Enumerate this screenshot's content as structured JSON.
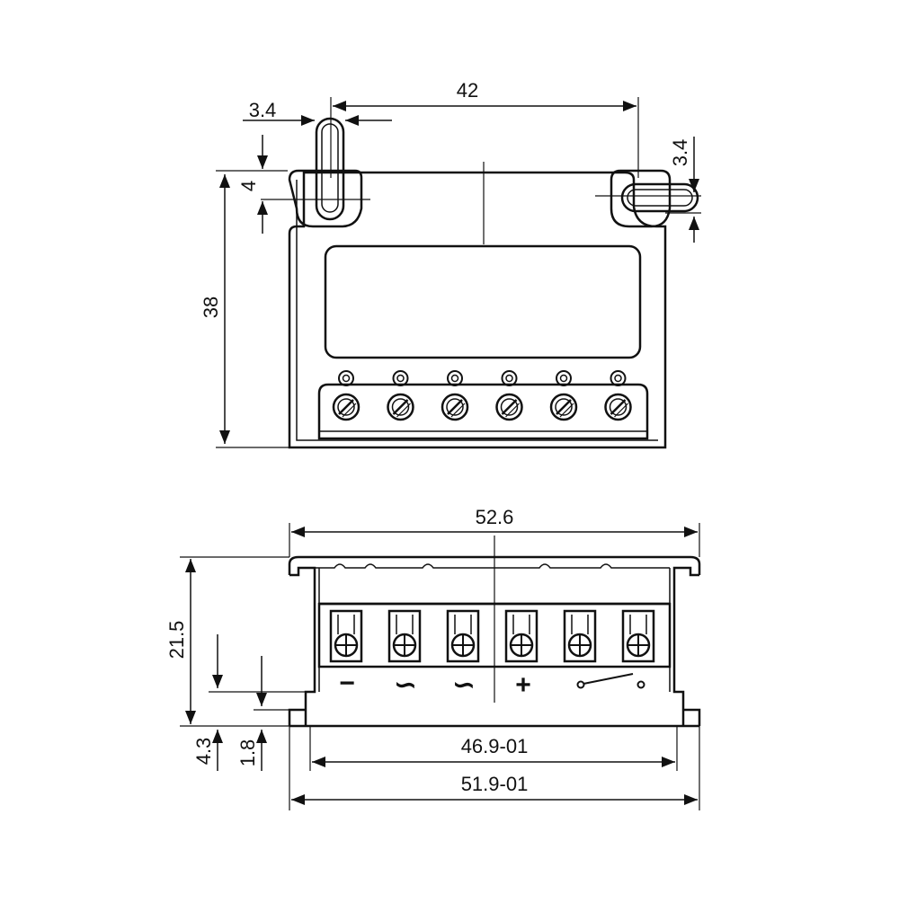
{
  "drawing": {
    "line_color": "#111111",
    "background": "#ffffff",
    "top_view": {
      "dimensions": {
        "overall_width": "42",
        "slot_width": "3.4",
        "slot_offset_right": "3.4",
        "slot_depth": "4",
        "overall_height": "38"
      },
      "terminal_count": 6
    },
    "front_view": {
      "dimensions": {
        "overall_width": "52.6",
        "overall_height": "21.5",
        "foot_height": "4.3",
        "foot_offset": "1.8",
        "inner_span": "46.9-01",
        "base_span": "51.9-01"
      },
      "terminal_symbols": [
        "−",
        "∽",
        "∽",
        "+",
        "switch",
        "switch"
      ]
    }
  }
}
